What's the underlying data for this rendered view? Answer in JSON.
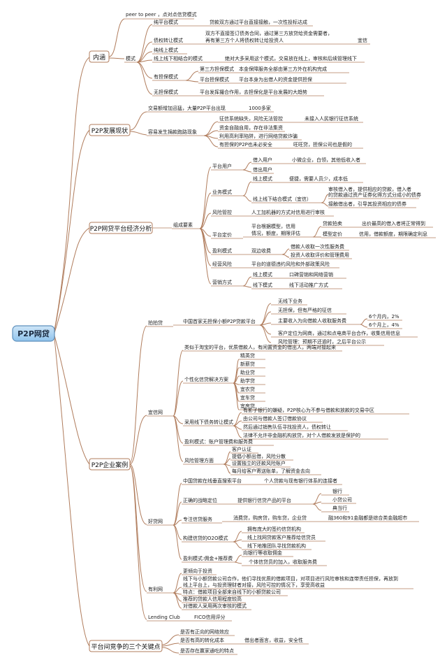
{
  "root": "P2P网贷",
  "neihan": {
    "label": "内涵",
    "peer": "peer to peer ，点对点信贷模式",
    "moshi": "模式",
    "pingtai": "纯平台模式",
    "pingtai_d": "贷款双方通过平台直接接触，一次性投标达成",
    "zhaiquan": "债权转让模式",
    "zhaiquan_d1": "双方不直接签订债务合同，通过第三方放贷给资金需要者，",
    "zhaiquan_d2": "再有第三方个人将债权转让给投资人",
    "yixin": "宜信",
    "xianshang": "纯线上模式",
    "xianxia": "线上线下相结合的模式",
    "xianxia_d": "绝对大多采用这个模式，交易放在线上，审核和后续管理线下",
    "youdanbao": "有担保模式",
    "disanfang": "第三方担保模式",
    "disanfang_d": "本金保障服务全部由第三方外在机构完成",
    "pingtaidb": "平台担保模式",
    "pingtaidb_d": "平台本身为出借人的资金提供担保",
    "wudanbao": "无担保模式",
    "wudanbao_d": "平台发挥撮合作用，去担保化是平台发展的大趋势"
  },
  "fazhan": {
    "label": "P2P发展现状",
    "jiaoyi": "交易额增加迅猛，大量P2P平台出现",
    "n1000": "1000多家",
    "fasheng": "容易发生捐款跑路现象",
    "zhengxin": "征信系统缺失，风险无法管控",
    "zhengxin_d": "未接入人民银行征信系统",
    "zijin": "资金自融自用，存在非法集资",
    "liyong": "利用高利率陷阱，进行网络贷款诈骗",
    "baozhang": "有担保的P2P也未必安全",
    "baozhang_d": "旺旺贷，担保公司也是假的"
  },
  "jingji": {
    "label": "P2P网贷平台经济分析",
    "zucheng": "组成要素",
    "yonghu": "平台用户",
    "jiekuan": "借入用户",
    "jiekuan_d": "小微企业，白领，其他低收入者",
    "chujie": "借出用户",
    "yewu": "业务模式",
    "xianshang": "线上模式",
    "xianshang_d": "便捷，需要人员少，成本低",
    "jiehe": "线上线下结合模式（宜信）",
    "jiehe_d1": "审核借入者，提供相应的贷款，借入者",
    "jiehe_d2": "的贷款通过资产证券化得方式分成小的债券",
    "jiehe_d3": "接触借出者，引导其投资相应的债券",
    "fengkong": "风险管控",
    "fengkong_d": "人工加机器的方式对信用进行审核",
    "dingjia": "平台定价",
    "dingjia_d1": "平台根据模型，信用",
    "dingjia_d2": "情况，额度，期限评估",
    "paimai": "贷款拍卖",
    "paimai_d": "出价最高的借入者将正常得到",
    "moxing": "模型定价",
    "moxing_d": "信用，借款额度，期限确定利息",
    "yingli": "盈利模式",
    "shuangbian": "双边收费",
    "shuangbian_d1": "借款人收取一次性服务费",
    "shuangbian_d2": "投资人收取评价和管理费用",
    "jingying": "经营风险",
    "jingying_d": "平台的道德违约风险和外部政策风险",
    "yingxiao": "营销方式",
    "yx_xianshang": "线上模式",
    "yx_xianshang_d": "口碑营销和网络营销",
    "yx_xianxia": "线下模式",
    "yx_xianxia_d": "线下活动推广方式"
  },
  "qiye": {
    "label": "P2P企业案例",
    "paipaidai": "拍拍贷",
    "ppd_d": "中国首家无担保小额P2P贷款平台",
    "wuxianxia": "无线下业务",
    "wudanbao": "无担保，但有严格的征信",
    "zhuyao": "主要收入为向借款人收取服务费",
    "m6a": "6个月内，2%",
    "m6b": "6个月上，4%",
    "kehu": "客户定位为网商，通过和点电商平台合作，收集信用信息",
    "fengxian": "风险管理：预期不还逾时，之后平台公示",
    "yixin": "宜信网",
    "yx_taobao": "类似于淘宝的平台，优质借款人，有闲置资金的借出人，两端对接起来",
    "gexing": "个性化信贷解决方案",
    "gx_items": [
      "精英贷",
      "新薪贷",
      "助业贷",
      "助学贷",
      "宜农贷",
      "宜车贷",
      "宜房贷"
    ],
    "xianxia": "采用线下债务转让模式",
    "xx_d1": "有影子银行的嫌疑，P2P核心为不参与借款和放款的交易中区",
    "xx_d2": "由公司与借款人签订借款协议",
    "xx_d3": "然后通过销售队伍寻找投资人，债权转让",
    "xx_d4": "法律不允许非金融机构放贷，对个人借款发放是保护的",
    "yingli": "盈利模式：账户管理费和服务费",
    "fxgl": "风险管理方面",
    "fx_d1": "客户认证",
    "fx_d2": "提倡小额出借，风险分散",
    "fx_d3": "设置独立的还款风险账户",
    "fx_d4": "每月给客户寄送账单，了解资金去向",
    "haodai": "好贷网",
    "hd_zhongguo": "中国贷款在线垂直搜索平台",
    "hd_zhongguo_d": "个人贷款与现有银行体系的连接者",
    "zhanlue": "正确的战略定位",
    "zhanlue_d": "提供银行信贷产品的平台",
    "yinhang": "银行",
    "xiaodai": "小贷公司",
    "diandang": "典当行",
    "zhuanzhu": "专注信贷服务",
    "zhuanzhu_d": "消费贷，购房贷，购车贷，企业贷",
    "zhuanzhu_e": "融360和91金融都是综合类金融超市",
    "o2o": "构建信贷的O2O模式",
    "o2o_d1": "拥有庞大的签约信贷机构",
    "o2o_d2": "线上找网贷款客户推荐给信贷员",
    "o2o_d3": "线下地推团队寻找贷款机构",
    "yjl": "盈利模式:佣金+推荐费",
    "yjl_d1": "向银行等收取佣金",
    "yjl_d2": "个体信贷员的加入，收取服务费",
    "youli": "有利网",
    "yl_d1": "更倾向于投资",
    "yl_d2a": "线下与小额贷款公司合作，他们寻找优质的借款项目，对项目进行风险审核和连带责任担保，再放到",
    "yl_d2b": "线上平台上，与投资理财者对接，风险可控的情况下，享受高收益",
    "yl_d3": "特点：借款项目全部来自线下的小额贷款公司",
    "yl_d4": "推荐的贷款人信用程度较高",
    "yl_d5": "对借款人采用两次审核的模式",
    "lending": "Lending Club",
    "fico": "FICO信用评分"
  },
  "jingzheng": {
    "label": "平台间竞争的三个关键点",
    "d1": "是否有正向的网络效应",
    "d2": "是否有高的转化成本",
    "d2_e": "借出者面言，收益，安全性",
    "d3": "是否存在赢家通吃的特点"
  },
  "colors": {
    "line": "#b07c5c",
    "root_fill": "#a9d2f2",
    "root_border": "#5d8fbc",
    "text": "#222222"
  }
}
